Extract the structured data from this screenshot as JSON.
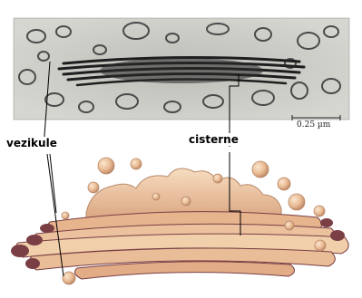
{
  "figure": {
    "label_vesicles": "vezikule",
    "label_cisternae": "cisterne",
    "scale_bar": "0.25 µm"
  },
  "colors": {
    "micrograph_light": "#d2d2ce",
    "micrograph_dark": "#2a2a2a",
    "membrane_fill": "#f0cfaa",
    "membrane_dark": "#7a3f45",
    "membrane_edge": "#b7896a"
  }
}
